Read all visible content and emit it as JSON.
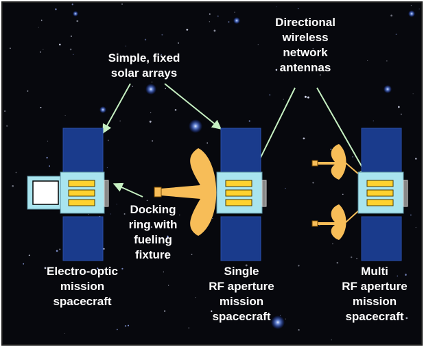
{
  "colors": {
    "sky": "#07080d",
    "panel": "#1a3b8c",
    "bus": "#a9e4ee",
    "stripe": "#ffd22e",
    "antenna": "#f7bd58",
    "leader": "#c6f0c2",
    "frame": "#1f1f1f"
  },
  "labels": {
    "solar": [
      "Simple, fixed",
      "solar arrays"
    ],
    "antennas": [
      "Directional",
      "wireless",
      "network",
      "antennas"
    ],
    "docking": [
      "Docking",
      "ring with",
      "fueling",
      "fixture"
    ],
    "eo": [
      "Electro-optic",
      "mission",
      "spacecraft"
    ],
    "single": [
      "Single",
      "RF aperture",
      "mission",
      "spacecraft"
    ],
    "multi": [
      "Multi",
      "RF aperture",
      "mission",
      "spacecraft"
    ]
  },
  "icons": {
    "solar_array": "solar-panel-icon",
    "bus": "spacecraft-bus-icon",
    "dish": "dish-antenna-icon",
    "camera": "camera-module-icon",
    "docking": "docking-port-icon"
  }
}
